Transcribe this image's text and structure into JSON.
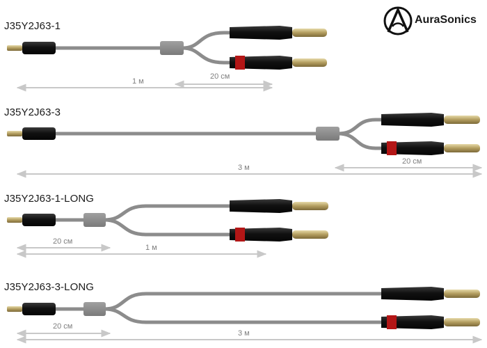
{
  "brand": {
    "name": "AuraSonics",
    "logo": "aurasonics-logo"
  },
  "colors": {
    "cable": "#8c8c8c",
    "plug_body": "#151515",
    "ring": "#b31616",
    "tip": "#b8a46a",
    "dimension": "#c8c8c8"
  },
  "cables": [
    {
      "model": "J35Y2J63-1",
      "lengths": {
        "total": "1 м",
        "split": "20 см"
      }
    },
    {
      "model": "J35Y2J63-3",
      "lengths": {
        "total": "3 м",
        "split": "20 см"
      }
    },
    {
      "model": "J35Y2J63-1-LONG",
      "lengths": {
        "total": "1 м",
        "split": "20 см"
      }
    },
    {
      "model": "J35Y2J63-3-LONG",
      "lengths": {
        "total": "3 м",
        "split": "20 см"
      }
    }
  ]
}
